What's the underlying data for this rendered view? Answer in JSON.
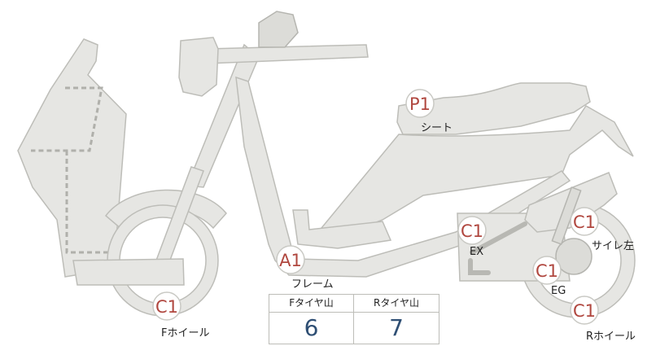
{
  "markers": {
    "seat": {
      "code": "P1",
      "label": "シート"
    },
    "frame": {
      "code": "A1",
      "label": "フレーム"
    },
    "front_wheel": {
      "code": "C1",
      "label": "Fホイール"
    },
    "exhaust": {
      "code": "C1",
      "label": "EX"
    },
    "engine": {
      "code": "C1",
      "label": "EG"
    },
    "muffler_left": {
      "code": "C1",
      "label": "サイレ左"
    },
    "rear_wheel": {
      "code": "C1",
      "label": "Rホイール"
    }
  },
  "tread_table": {
    "front_header": "Fタイヤ山",
    "rear_header": "Rタイヤ山",
    "front_value": "6",
    "rear_value": "7"
  },
  "colors": {
    "part_fill": "#e6e6e3",
    "part_stroke": "#bdbdb8",
    "code_red": "#b0473f",
    "value_blue": "#2f4f74"
  }
}
